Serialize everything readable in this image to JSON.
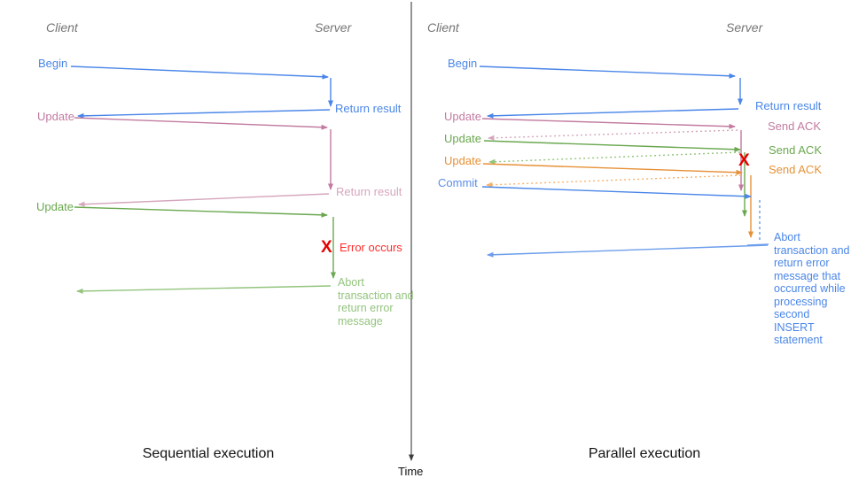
{
  "colors": {
    "blue": "#4a86e8",
    "blue_light": "#6d9eeb",
    "pink": "#c27ba0",
    "pink_light": "#d5a6bd",
    "green": "#6aa84f",
    "green_light": "#93c47d",
    "orange": "#e69138",
    "orange_light": "#f6b26b",
    "red_x": "#e60000",
    "red_text": "#ff2b2b",
    "header_gray": "#757575",
    "axis": "#3d3d3d"
  },
  "time_axis": {
    "label": "Time"
  },
  "left": {
    "title": "Sequential execution",
    "client_header": "Client",
    "server_header": "Server",
    "begin": "Begin",
    "return_result_1": "Return result",
    "update_1": "Update",
    "return_result_2": "Return result",
    "update_2": "Update",
    "error_mark": "X",
    "error_label": "Error occurs",
    "abort_text": "Abort transaction and return error message"
  },
  "right": {
    "title": "Parallel execution",
    "client_header": "Client",
    "server_header": "Server",
    "begin": "Begin",
    "return_result": "Return result",
    "update_1": "Update",
    "update_2": "Update",
    "update_3": "Update",
    "commit": "Commit",
    "send_ack_1": "Send ACK",
    "send_ack_2": "Send ACK",
    "send_ack_3": "Send ACK",
    "error_mark": "X",
    "abort_text": "Abort transaction and return error message that occurred while processing second INSERT statement"
  }
}
